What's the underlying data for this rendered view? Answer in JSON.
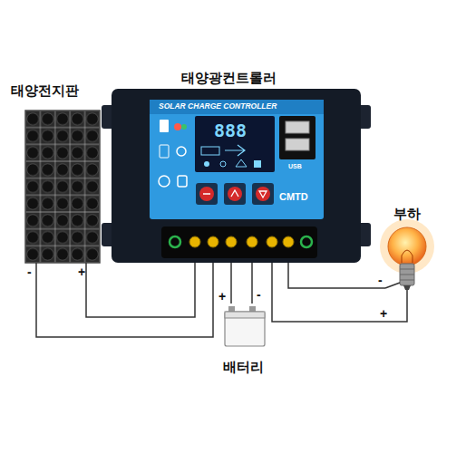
{
  "diagram": {
    "nodes": [
      {
        "text": [
          "태양전지판"
        ]
      },
      {
        "text": [
          "태양광컨트롤러",
          "SOLAR CHARGE CONTROLLER",
          "CMTD"
        ]
      },
      {
        "text": [
          "배터리"
        ]
      },
      {
        "text": [
          "부하"
        ]
      }
    ],
    "edges": [
      {
        "from": 0,
        "to": 1,
        "arrow": "none"
      },
      {
        "from": 0,
        "to": 1,
        "arrow": "none"
      },
      {
        "from": 1,
        "to": 2,
        "arrow": "none"
      },
      {
        "from": 1,
        "to": 2,
        "arrow": "none"
      },
      {
        "from": 1,
        "to": 3,
        "arrow": "none"
      },
      {
        "from": 1,
        "to": 3,
        "arrow": "none"
      }
    ],
    "labels": [
      "-",
      "+",
      "+",
      "-",
      "-",
      "+",
      "888",
      "USB"
    ]
  }
}
